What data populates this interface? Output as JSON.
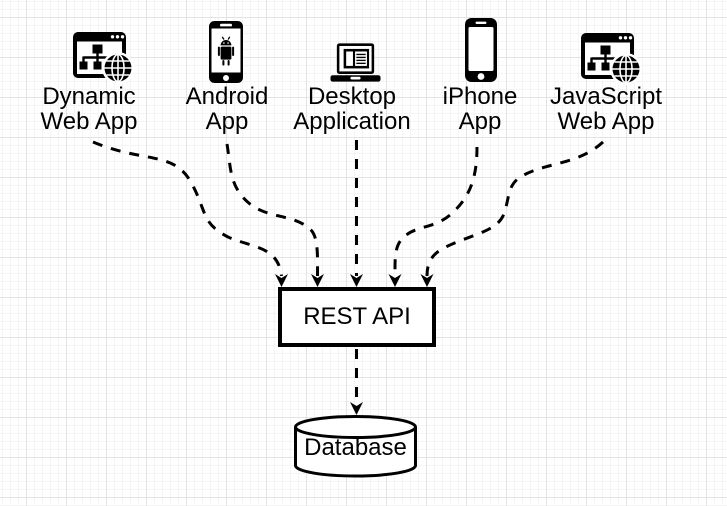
{
  "diagram": {
    "clients": [
      {
        "id": "dynamic-web-app",
        "icon": "browser-globe-icon",
        "lines": [
          "Dynamic",
          "Web App"
        ]
      },
      {
        "id": "android-app",
        "icon": "android-phone-icon",
        "lines": [
          "Android",
          "App"
        ]
      },
      {
        "id": "desktop-application",
        "icon": "laptop-icon",
        "lines": [
          "Desktop",
          "Application"
        ]
      },
      {
        "id": "iphone-app",
        "icon": "smartphone-icon",
        "lines": [
          "iPhone",
          "App"
        ]
      },
      {
        "id": "javascript-web-app",
        "icon": "browser-globe-icon",
        "lines": [
          "JavaScript",
          "Web App"
        ]
      }
    ],
    "api": {
      "label": "REST API"
    },
    "database": {
      "label": "Database"
    },
    "edges": [
      {
        "from": "dynamic-web-app",
        "to": "rest-api",
        "style": "dashed-arrow"
      },
      {
        "from": "android-app",
        "to": "rest-api",
        "style": "dashed-arrow"
      },
      {
        "from": "desktop-application",
        "to": "rest-api",
        "style": "dashed-arrow"
      },
      {
        "from": "iphone-app",
        "to": "rest-api",
        "style": "dashed-arrow"
      },
      {
        "from": "javascript-web-app",
        "to": "rest-api",
        "style": "dashed-arrow"
      },
      {
        "from": "rest-api",
        "to": "database",
        "style": "dashed-arrow"
      }
    ],
    "colors": {
      "shape_stroke": "#000000",
      "shape_fill": "#ffffff",
      "text": "#000000",
      "grid_minor": "#f4f4f4",
      "grid_major": "#e3e3e3",
      "background": "#ffffff"
    }
  }
}
